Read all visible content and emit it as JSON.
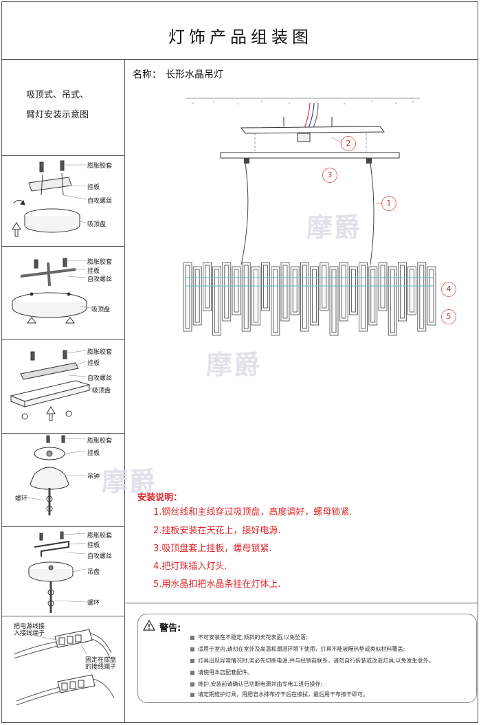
{
  "title": "灯饰产品组装图",
  "product": {
    "label": "名称：",
    "value": "长形水晶吊灯"
  },
  "left_header": {
    "line1": "吸顶式、吊式、",
    "line2": "臂灯安装示意图"
  },
  "panels": [
    {
      "labels": [
        "膨胀胶套",
        "挂板",
        "自攻螺丝",
        "吸顶盘"
      ]
    },
    {
      "labels": [
        "膨胀胶套",
        "挂板",
        "自攻螺丝",
        "吸顶盘"
      ]
    },
    {
      "labels": [
        "膨胀胶套",
        "挂板",
        "自攻螺丝",
        "吸顶盘"
      ]
    },
    {
      "labels": [
        "膨胀胶套",
        "挂板",
        "吊钟",
        "螺环"
      ]
    },
    {
      "labels": [
        "膨胀胶套",
        "挂板",
        "自攻螺丝",
        "吊盘",
        "螺环"
      ]
    },
    {
      "labels": [
        "把电源线接",
        "入接线端子",
        "固定在底盘",
        "的接线端子"
      ]
    }
  ],
  "callouts": [
    "1",
    "2",
    "3",
    "4",
    "5"
  ],
  "watermark": "摩爵",
  "instructions": {
    "heading": "安装说明：",
    "steps": [
      "1.钢丝线和主线穿过吸顶盘，高度调好，螺母锁紧.",
      "2.挂板安装在天花上，接好电源.",
      "3.吸顶盘套上挂板，螺母锁紧.",
      "4.把灯珠插入灯头.",
      "5.用水晶扣把水晶条挂在灯体上."
    ]
  },
  "warning": {
    "title": "警告:",
    "items": [
      "不可安装在不稳定,倾斜的天花表面,以免坠落;",
      "适用于室内,请勿在室外及高温和潮湿环境下使用，灯具不能被隔热垫或类似材料覆盖;",
      "灯具出现异常情况时,务必先切断电源,并与经销商联系，请勿自行拆装或改造灯具,以免发生意外。",
      "请使用本店配套配件。",
      "维护,安装前请确认已切断电源并由专电工进行操作;",
      "请定期维护灯具，用肥皂水抹布拧干后在擦拭，最后用干布擦干即可。"
    ]
  },
  "colors": {
    "accent": "#e0262a",
    "line": "#555555",
    "callout": "#e36a6a"
  }
}
